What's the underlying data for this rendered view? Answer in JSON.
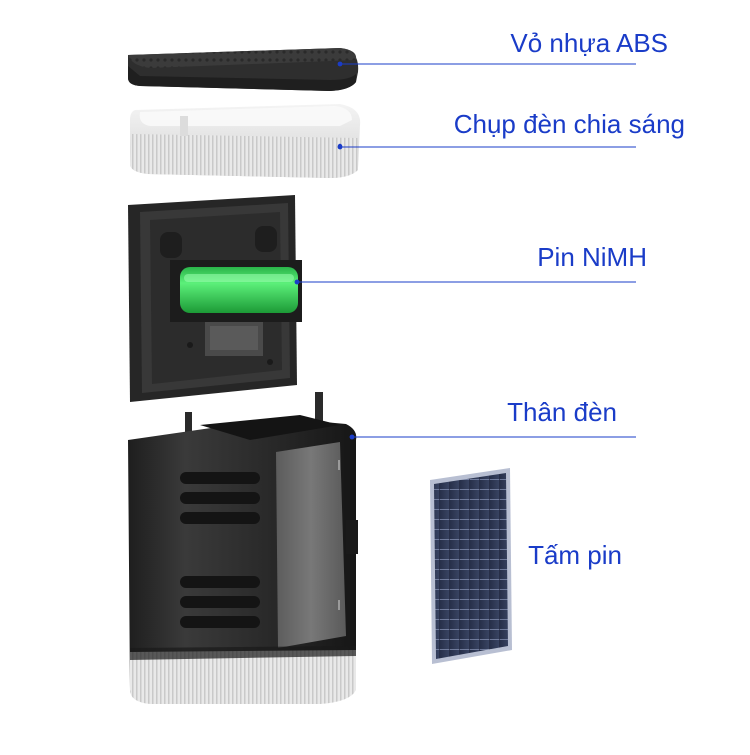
{
  "diagram": {
    "accent_color": "#1a3cc8",
    "labels": [
      {
        "text": "Vỏ nhựa ABS",
        "part": "top-cover"
      },
      {
        "text": "Chụp đèn chia sáng",
        "part": "light-diffuser"
      },
      {
        "text": "Pin NiMH",
        "part": "battery"
      },
      {
        "text": "Thân đèn",
        "part": "lamp-body"
      },
      {
        "text": "Tấm pin",
        "part": "solar-panel"
      }
    ]
  }
}
